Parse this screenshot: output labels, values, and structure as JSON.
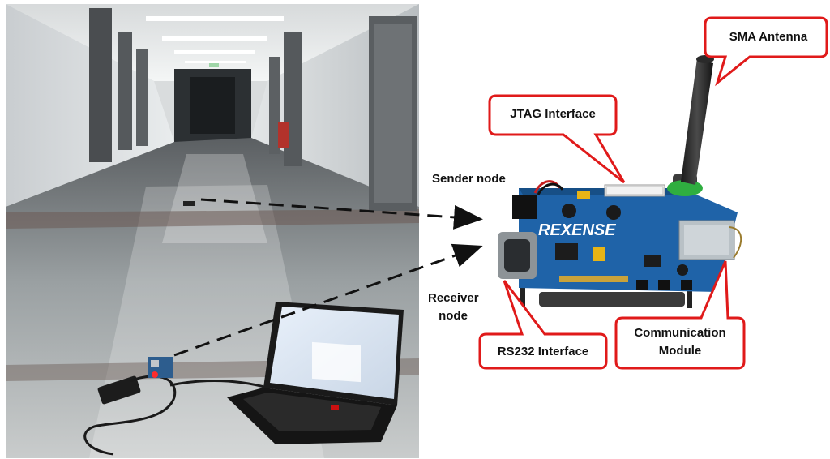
{
  "labels": {
    "sender_node": "Sender node",
    "receiver_node_line1": "Receiver",
    "receiver_node_line2": "node",
    "callout_sma": "SMA Antenna",
    "callout_jtag": "JTAG Interface",
    "callout_rs232": "RS232 Interface",
    "callout_comm_line1": "Communication",
    "callout_comm_line2": "Module"
  },
  "board": {
    "brand": "REXENSE"
  },
  "colors": {
    "callout_border": "#e01a1a",
    "board": "#1f63a8",
    "arrow": "#111111"
  }
}
